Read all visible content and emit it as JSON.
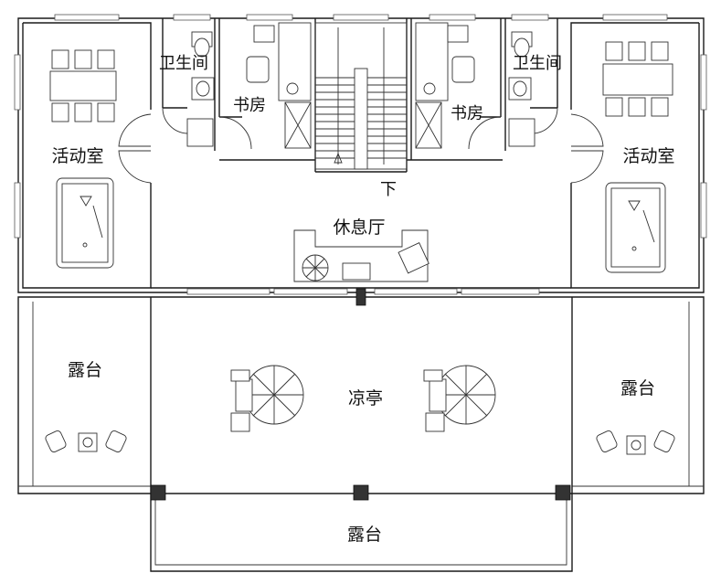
{
  "rooms": {
    "activity_left": "活动室",
    "activity_right": "活动室",
    "bathroom_left": "卫生间",
    "bathroom_right": "卫生间",
    "study_left": "书房",
    "study_right": "书房",
    "lounge": "休息厅",
    "stair_down": "下",
    "terrace_left": "露台",
    "terrace_right": "露台",
    "pavilion": "凉亭",
    "terrace_bottom": "露台"
  }
}
